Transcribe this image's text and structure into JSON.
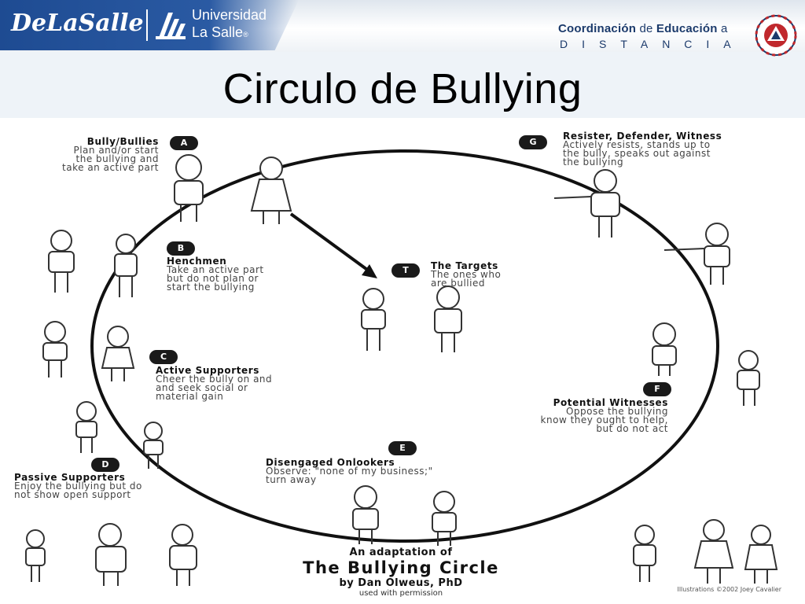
{
  "header": {
    "delasalle_logo": "DeLaSalle",
    "university_line1": "Universidad",
    "university_line2": "La Salle",
    "university_mark": "®",
    "coord_word1": "Coordinación",
    "coord_word2": "de",
    "coord_word3": "Educación",
    "coord_word4": "a",
    "distancia": "DISTANCIA",
    "seal_icon": "crest-seal-icon",
    "colors": {
      "brand_blue": "#1e4b92",
      "text_blue": "#1b3a6b",
      "seal_red": "#c0282d"
    }
  },
  "slide": {
    "title": "Circulo de Bullying"
  },
  "diagram": {
    "roles": [
      {
        "badge": "A",
        "name": "Bully/Bullies",
        "desc": [
          "Plan and/or start",
          "the bullying and",
          "take an active part"
        ]
      },
      {
        "badge": "B",
        "name": "Henchmen",
        "desc": [
          "Take an active part",
          "but do not plan or",
          "start the bullying"
        ]
      },
      {
        "badge": "C",
        "name": "Active Supporters",
        "desc": [
          "Cheer the bully on and",
          "and seek social or",
          "material gain"
        ]
      },
      {
        "badge": "D",
        "name": "Passive Supporters",
        "desc": [
          "Enjoy the bullying but do",
          "not show open support"
        ]
      },
      {
        "badge": "E",
        "name": "Disengaged Onlookers",
        "desc": [
          "Observe: \"none of my business;\"",
          "turn away"
        ]
      },
      {
        "badge": "F",
        "name": "Potential Witnesses",
        "desc": [
          "Oppose the bullying",
          "know they ought to help,",
          "but do not act"
        ]
      },
      {
        "badge": "G",
        "name": "Resister, Defender, Witness",
        "desc": [
          "Actively resists, stands up to",
          "the bully, speaks out against",
          "the bullying"
        ]
      },
      {
        "badge": "T",
        "name": "The Targets",
        "desc": [
          "The ones who",
          "are bullied"
        ]
      }
    ],
    "credit": {
      "line1": "An adaptation of",
      "line2": "The Bullying Circle",
      "line3": "by Dan Olweus, PhD",
      "line4": "used with permission"
    },
    "illustration_credit": "Illustrations ©2002 Joey Cavalier"
  }
}
